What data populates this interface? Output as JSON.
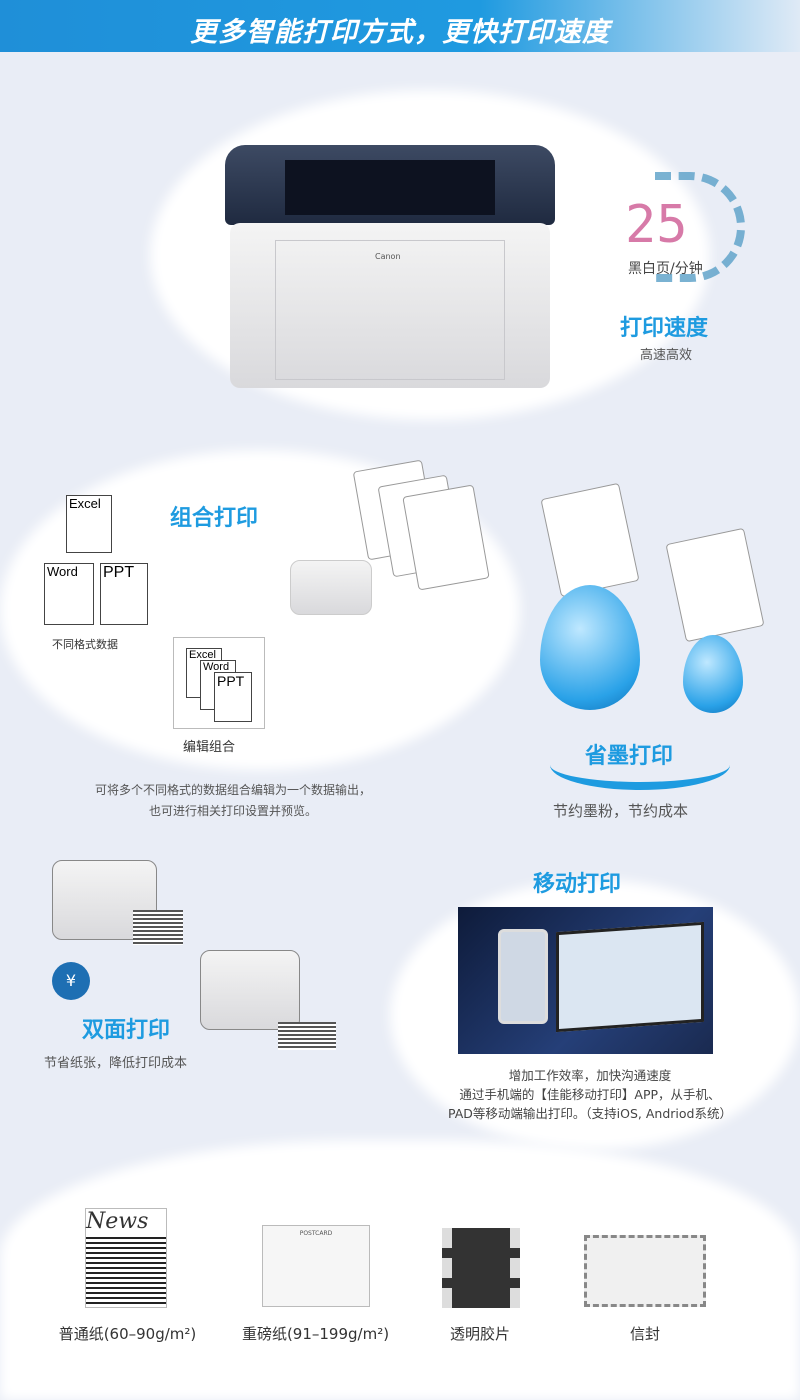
{
  "header": {
    "title": "更多智能打印方式，更快打印速度"
  },
  "speed": {
    "value": "25",
    "unit": "黑白页/分钟",
    "title": "打印速度",
    "subtitle": "高速高效",
    "printer_brand": "Canon"
  },
  "combine": {
    "title": "组合打印",
    "doc_excel": "Excel",
    "doc_word": "Word",
    "doc_ppt": "PPT",
    "formats_label": "不同格式数据",
    "edit_label": "编辑组合",
    "description_line1": "可将多个不同格式的数据组合编辑为一个数据输出，",
    "description_line2": "也可进行相关打印设置并预览。"
  },
  "ink": {
    "title": "省墨打印",
    "subtitle": "节约墨粉，节约成本"
  },
  "duplex": {
    "title": "双面打印",
    "subtitle": "节省纸张，降低打印成本"
  },
  "mobile": {
    "title": "移动打印",
    "line1": "增加工作效率，加快沟通速度",
    "line2": "通过手机端的【佳能移动打印】APP，从手机、",
    "line3": "PAD等移动端输出打印。（支持iOS, Andriod系统）"
  },
  "media": [
    {
      "label": "普通纸(60–90g/m²)",
      "icon": "newspaper-icon",
      "art": "News"
    },
    {
      "label": "重磅纸(91–199g/m²)",
      "icon": "postcard-icon",
      "art": "POSTCARD"
    },
    {
      "label": "透明胶片",
      "icon": "film-icon"
    },
    {
      "label": "信封",
      "icon": "envelope-icon"
    }
  ],
  "colors": {
    "accent": "#1e9be0",
    "banner": "#1f8fd8"
  }
}
